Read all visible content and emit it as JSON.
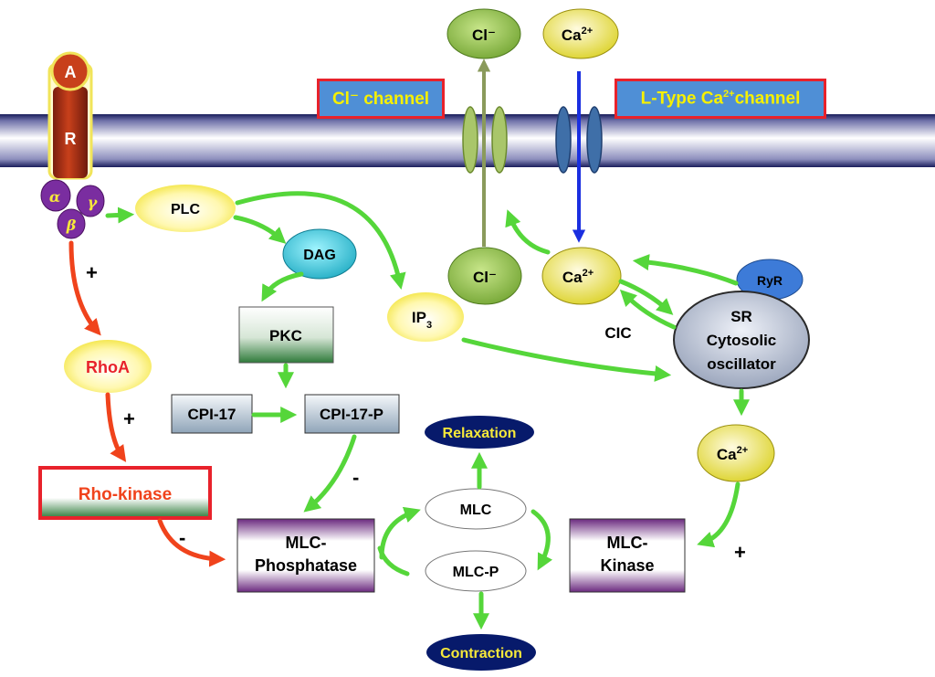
{
  "receptor": {
    "a": "A",
    "r": "R",
    "alpha": "α",
    "beta": "β",
    "gamma": "γ"
  },
  "channels": {
    "cl_label": "Cl⁻ channel",
    "ca_label_pre": "L-Type Ca",
    "ca_label_sup": "2+",
    "ca_label_post": "channel"
  },
  "ions": {
    "cl_top": "Cl⁻",
    "ca_top_base": "Ca",
    "ca_top_sup": "2+",
    "cl_mid": "Cl⁻",
    "ca_mid_base": "Ca",
    "ca_mid_sup": "2+",
    "ca_low_base": "Ca",
    "ca_low_sup": "2+"
  },
  "nodes": {
    "plc": "PLC",
    "dag": "DAG",
    "ip3_base": "IP",
    "ip3_sub": "3",
    "pkc": "PKC",
    "cpi17": "CPI-17",
    "cpi17p": "CPI-17-P",
    "rhoa": "RhoA",
    "rho_kinase": "Rho-kinase",
    "mlc_phosphatase_1": "MLC-",
    "mlc_phosphatase_2": "Phosphatase",
    "mlc_kinase_1": "MLC-",
    "mlc_kinase_2": "Kinase",
    "mlc": "MLC",
    "mlcp": "MLC-P",
    "relaxation": "Relaxation",
    "contraction": "Contraction",
    "ryr": "RyR",
    "cic": "CIC",
    "sr_1": "SR",
    "sr_2": "Cytosolic",
    "sr_3": "oscillator"
  },
  "signs": {
    "plus_gprot_rhoa": "+",
    "plus_rhoa_kinase": "+",
    "minus_kinase_phos": "-",
    "minus_cpi_phos": "-",
    "plus_ca_kinase": "+"
  },
  "colors": {
    "green_arrow": "#55d63a",
    "red_arrow": "#f0431c",
    "blue_arrow": "#1a2fe0",
    "olive_arrow": "#8a9a5b",
    "channel_box": "#4f8fd6",
    "channel_border": "#e8222b"
  }
}
